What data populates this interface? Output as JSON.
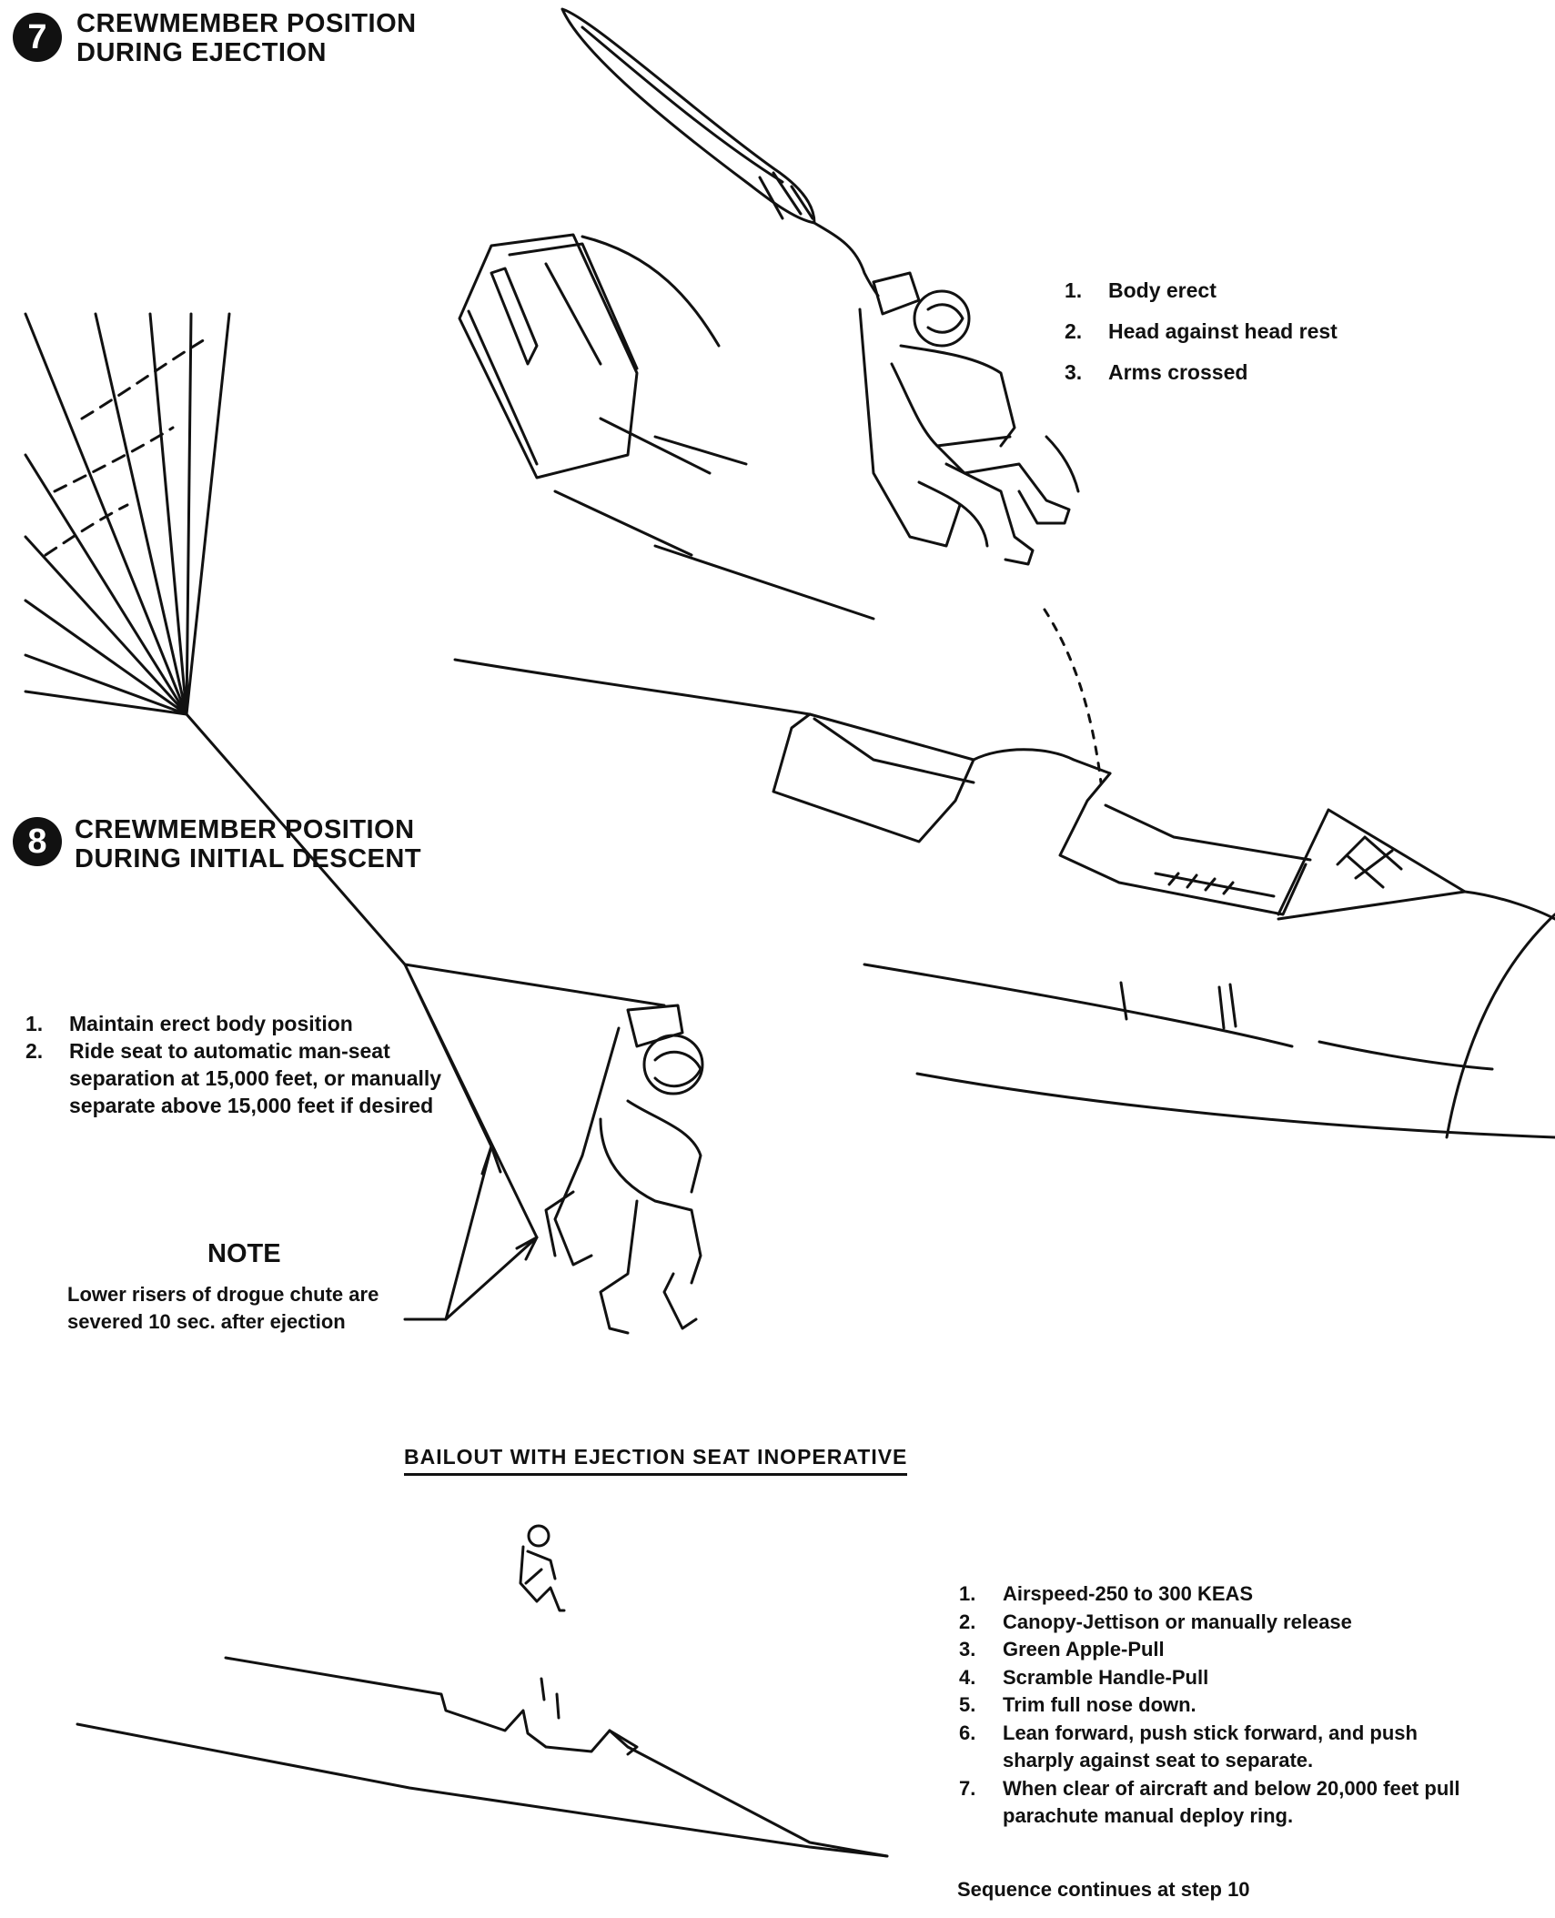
{
  "section7": {
    "step": "7",
    "title_line1": "CREWMEMBER POSITION",
    "title_line2": "DURING EJECTION",
    "items": [
      {
        "num": "1.",
        "text": "Body erect"
      },
      {
        "num": "2.",
        "text": "Head against head rest"
      },
      {
        "num": "3.",
        "text": "Arms crossed"
      }
    ]
  },
  "section8": {
    "step": "8",
    "title_line1": "CREWMEMBER POSITION",
    "title_line2": "DURING INITIAL DESCENT",
    "items": [
      {
        "num": "1.",
        "text": "Maintain erect body position"
      },
      {
        "num": "2.",
        "text": "Ride seat to automatic man-seat separation at 15,000 feet, or manually separate above 15,000 feet if desired"
      }
    ],
    "note_title": "NOTE",
    "note_text": "Lower risers of drogue chute are severed 10 sec. after ejection"
  },
  "bailout": {
    "title": "BAILOUT WITH EJECTION SEAT INOPERATIVE",
    "items": [
      {
        "num": "1.",
        "text": "Airspeed-250 to 300 KEAS"
      },
      {
        "num": "2.",
        "text": "Canopy-Jettison or manually release"
      },
      {
        "num": "3.",
        "text": "Green Apple-Pull"
      },
      {
        "num": "4.",
        "text": "Scramble Handle-Pull"
      },
      {
        "num": "5.",
        "text": "Trim full nose down."
      },
      {
        "num": "6.",
        "text": "Lean forward, push stick forward, and push sharply against seat to separate."
      },
      {
        "num": "7.",
        "text": "When clear of aircraft and below 20,000 feet pull parachute manual deploy ring."
      }
    ],
    "sequence_note": "Sequence continues at step 10"
  }
}
